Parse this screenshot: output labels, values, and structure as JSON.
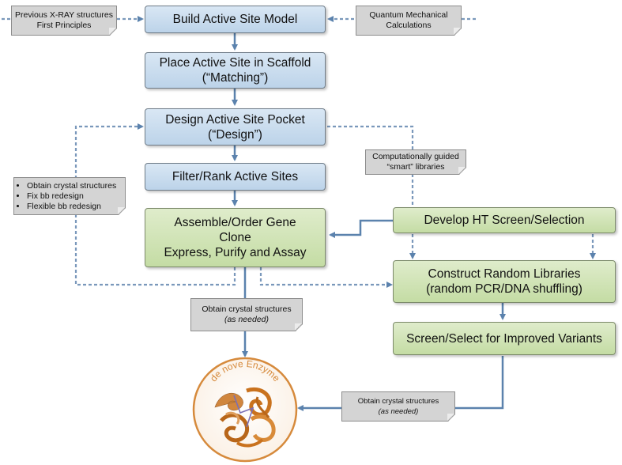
{
  "steps": {
    "build_model": "Build Active Site Model",
    "place_site_l1": "Place Active Site in Scaffold",
    "place_site_l2": "(“Matching”)",
    "design_pocket_l1": "Design Active Site Pocket",
    "design_pocket_l2": "(“Design”)",
    "filter_rank": "Filter/Rank Active Sites",
    "assemble_l1": "Assemble/Order Gene",
    "assemble_l2": "Clone",
    "assemble_l3": "Express, Purify and Assay",
    "develop_screen": "Develop HT Screen/Selection",
    "random_lib_l1": "Construct Random Libraries",
    "random_lib_l2": "(random PCR/DNA shuffling)",
    "screen_select": "Screen/Select for Improved Variants"
  },
  "notes": {
    "previous_l1": "Previous X-RAY structures",
    "previous_l2": "First Principles",
    "quantum_l1": "Quantum Mechanical",
    "quantum_l2": "Calculations",
    "smart_l1": "Computationally guided",
    "smart_l2": "“smart” libraries",
    "left_list": [
      "Obtain crystal structures",
      "Fix bb redesign",
      "Flexible bb redesign"
    ],
    "crystal_mid_l1": "Obtain crystal structures",
    "crystal_mid_l2": "(as needed)",
    "crystal_bot_l1": "Obtain crystal structures",
    "crystal_bot_l2": "(as needed)"
  },
  "enzyme": {
    "label": "de nove Enzyme"
  },
  "colors": {
    "arrow": "#5b82ad",
    "dotted": "#7a98bb",
    "circle_ring": "#d68a3c",
    "protein": "#c9721e"
  }
}
